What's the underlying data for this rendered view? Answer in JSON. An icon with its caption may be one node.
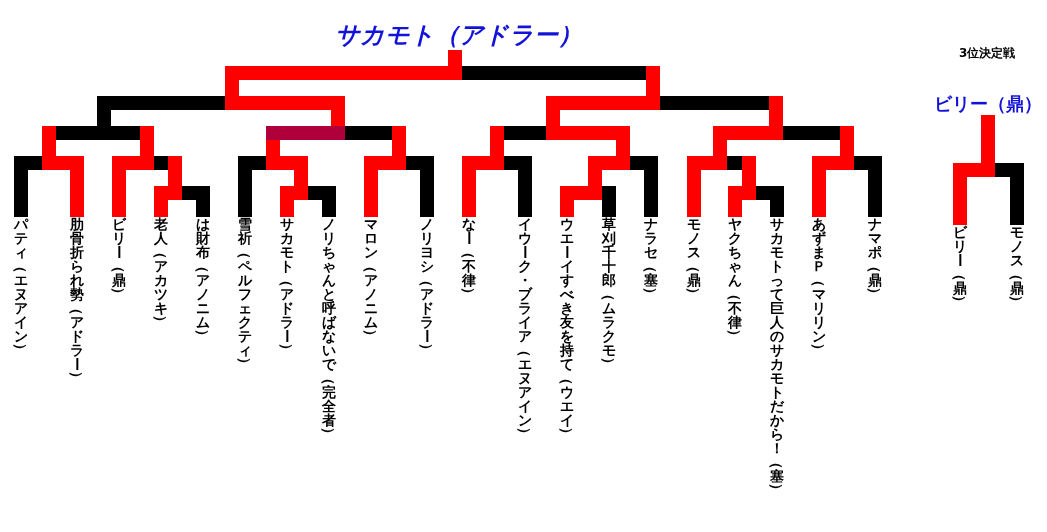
{
  "diagram": {
    "nodes": [
      {
        "text": [
          "サカモト（アドラー）"
        ]
      },
      {
        "text": [],
        "shape": "bar"
      },
      {
        "text": [],
        "shape": "bar"
      },
      {
        "text": [],
        "shape": "bar"
      },
      {
        "text": [],
        "shape": "bar"
      },
      {
        "text": [],
        "shape": "bar"
      },
      {
        "text": [],
        "shape": "bar"
      },
      {
        "text": [],
        "shape": "bar"
      },
      {
        "text": [],
        "shape": "bar"
      },
      {
        "text": [],
        "shape": "bar"
      },
      {
        "text": [],
        "shape": "bar"
      },
      {
        "text": [],
        "shape": "bar"
      },
      {
        "text": [],
        "shape": "bar"
      },
      {
        "text": [],
        "shape": "bar"
      },
      {
        "text": [],
        "shape": "bar"
      },
      {
        "text": [],
        "shape": "bar"
      },
      {
        "text": [],
        "shape": "bar"
      },
      {
        "text": [],
        "shape": "bar"
      },
      {
        "text": [],
        "shape": "bar"
      },
      {
        "text": [],
        "shape": "bar"
      },
      {
        "text": [
          "パティ（エヌアイン）"
        ]
      },
      {
        "text": [
          "肋骨折られ勢（アドラー）"
        ]
      },
      {
        "text": [
          "ビリー（鼎）"
        ]
      },
      {
        "text": [
          "老人（アカツキ）"
        ]
      },
      {
        "text": [
          "は財布（アノニム）"
        ]
      },
      {
        "text": [
          "雪祈（ペルフェクティ）"
        ]
      },
      {
        "text": [
          "サカモト（アドラー）"
        ]
      },
      {
        "text": [
          "ノリちゃんと呼ばないで（完全者）"
        ]
      },
      {
        "text": [
          "マロン（アノニム）"
        ]
      },
      {
        "text": [
          "ノリヨシ（アドラー）"
        ]
      },
      {
        "text": [
          "なー（不律）"
        ]
      },
      {
        "text": [
          "イウーク・ブライア（エヌアイン）"
        ]
      },
      {
        "text": [
          "ウエーイすべき友を持て（ウエイ）"
        ]
      },
      {
        "text": [
          "草刈千十郎（ムラクモ）"
        ]
      },
      {
        "text": [
          "ナラセ（塞）"
        ]
      },
      {
        "text": [
          "モノス（鼎）"
        ]
      },
      {
        "text": [
          "ヤクちゃん（不律）"
        ]
      },
      {
        "text": [
          "サカモトって巨人のサカモトだから！（塞）"
        ]
      },
      {
        "text": [
          "あずまＰ（マリリン）"
        ]
      },
      {
        "text": [
          "ナマポ（鼎）"
        ]
      },
      {
        "text": [
          "ビリー（鼎）"
        ]
      },
      {
        "text": [],
        "shape": "bar"
      },
      {
        "text": [
          "ビリー（鼎）"
        ]
      },
      {
        "text": [
          "モノス（鼎）"
        ]
      }
    ],
    "edges": [
      {
        "from": 1,
        "to": 0,
        "arrow": "none"
      },
      {
        "from": 2,
        "to": 1,
        "arrow": "none"
      },
      {
        "from": 3,
        "to": 1,
        "arrow": "none"
      },
      {
        "from": 4,
        "to": 2,
        "arrow": "none",
        "color": "#000000"
      },
      {
        "from": 5,
        "to": 2,
        "arrow": "none"
      },
      {
        "from": 6,
        "to": 3,
        "arrow": "none"
      },
      {
        "from": 7,
        "to": 3,
        "arrow": "none"
      },
      {
        "from": 8,
        "to": 4,
        "arrow": "none"
      },
      {
        "from": 9,
        "to": 4,
        "arrow": "none"
      },
      {
        "from": 10,
        "to": 5,
        "arrow": "none"
      },
      {
        "from": 11,
        "to": 5,
        "arrow": "none"
      },
      {
        "from": 12,
        "to": 6,
        "arrow": "none"
      },
      {
        "from": 13,
        "to": 6,
        "arrow": "none"
      },
      {
        "from": 14,
        "to": 7,
        "arrow": "none"
      },
      {
        "from": 15,
        "to": 7,
        "arrow": "none"
      },
      {
        "from": 16,
        "to": 9,
        "arrow": "none"
      },
      {
        "from": 17,
        "to": 10,
        "arrow": "none"
      },
      {
        "from": 18,
        "to": 13,
        "arrow": "none"
      },
      {
        "from": 19,
        "to": 14,
        "arrow": "none"
      },
      {
        "from": 20,
        "to": 8,
        "arrow": "none",
        "color": "#000000"
      },
      {
        "from": 21,
        "to": 8,
        "arrow": "none"
      },
      {
        "from": 22,
        "to": 9,
        "arrow": "none"
      },
      {
        "from": 23,
        "to": 16,
        "arrow": "none"
      },
      {
        "from": 24,
        "to": 16,
        "arrow": "none",
        "color": "#000000"
      },
      {
        "from": 25,
        "to": 10,
        "arrow": "none",
        "color": "#000000"
      },
      {
        "from": 26,
        "to": 17,
        "arrow": "none"
      },
      {
        "from": 27,
        "to": 17,
        "arrow": "none",
        "color": "#000000"
      },
      {
        "from": 28,
        "to": 11,
        "arrow": "none"
      },
      {
        "from": 29,
        "to": 11,
        "arrow": "none",
        "color": "#000000"
      },
      {
        "from": 30,
        "to": 12,
        "arrow": "none"
      },
      {
        "from": 31,
        "to": 12,
        "arrow": "none",
        "color": "#000000"
      },
      {
        "from": 32,
        "to": 18,
        "arrow": "none"
      },
      {
        "from": 33,
        "to": 18,
        "arrow": "none",
        "color": "#000000"
      },
      {
        "from": 34,
        "to": 13,
        "arrow": "none",
        "color": "#000000"
      },
      {
        "from": 35,
        "to": 14,
        "arrow": "none"
      },
      {
        "from": 36,
        "to": 19,
        "arrow": "none"
      },
      {
        "from": 37,
        "to": 19,
        "arrow": "none",
        "color": "#000000"
      },
      {
        "from": 38,
        "to": 15,
        "arrow": "none"
      },
      {
        "from": 39,
        "to": 15,
        "arrow": "none",
        "color": "#000000"
      },
      {
        "from": 41,
        "to": 40,
        "arrow": "none"
      },
      {
        "from": 42,
        "to": 41,
        "arrow": "none"
      },
      {
        "from": 43,
        "to": 41,
        "arrow": "none",
        "color": "#000000"
      }
    ],
    "labels": [
      "3位決定戦"
    ]
  }
}
